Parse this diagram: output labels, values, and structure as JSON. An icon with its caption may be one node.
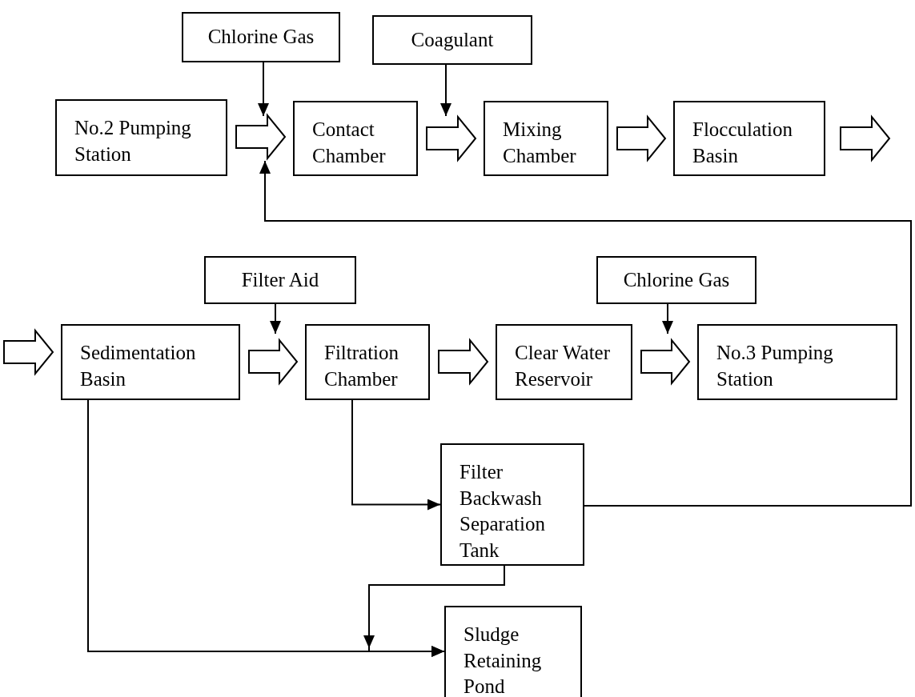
{
  "diagram": {
    "nodes": [
      {
        "text": [
          "Chlorine Gas"
        ]
      },
      {
        "text": [
          "Coagulant"
        ]
      },
      {
        "text": [
          "No.2 Pumping Station"
        ]
      },
      {
        "text": [
          "Contact Chamber"
        ]
      },
      {
        "text": [
          "Mixing Chamber"
        ]
      },
      {
        "text": [
          "Flocculation Basin"
        ]
      },
      {
        "text": [
          "Filter Aid"
        ]
      },
      {
        "text": [
          "Chlorine Gas"
        ]
      },
      {
        "text": [
          "Sedimentation Basin"
        ]
      },
      {
        "text": [
          "Filtration Chamber"
        ]
      },
      {
        "text": [
          "Clear Water Reservoir"
        ]
      },
      {
        "text": [
          "No.3 Pumping Station"
        ]
      },
      {
        "text": [
          "Filter Backwash Separation Tank"
        ]
      },
      {
        "text": [
          "Sludge Retaining Pond"
        ]
      }
    ],
    "edges": [
      {
        "from": 2,
        "to": 3,
        "arrow": "to",
        "style": "thick"
      },
      {
        "from": 3,
        "to": 4,
        "arrow": "to",
        "style": "thick"
      },
      {
        "from": 4,
        "to": 5,
        "arrow": "to",
        "style": "thick"
      },
      {
        "from": 5,
        "to": null,
        "arrow": "to",
        "style": "thick"
      },
      {
        "from": null,
        "to": 8,
        "arrow": "to",
        "style": "thick"
      },
      {
        "from": 8,
        "to": 9,
        "arrow": "to",
        "style": "thick"
      },
      {
        "from": 9,
        "to": 10,
        "arrow": "to",
        "style": "thick"
      },
      {
        "from": 10,
        "to": 11,
        "arrow": "to",
        "style": "thick"
      },
      {
        "from": 0,
        "to": null,
        "arrow": "to"
      },
      {
        "from": 1,
        "to": null,
        "arrow": "to"
      },
      {
        "from": 6,
        "to": null,
        "arrow": "to"
      },
      {
        "from": 7,
        "to": null,
        "arrow": "to"
      },
      {
        "from": 9,
        "to": 12,
        "arrow": "to"
      },
      {
        "from": 12,
        "to": null,
        "arrow": "to"
      },
      {
        "from": 8,
        "to": 13,
        "arrow": "to"
      },
      {
        "from": 12,
        "to": 13,
        "arrow": "to"
      }
    ]
  }
}
